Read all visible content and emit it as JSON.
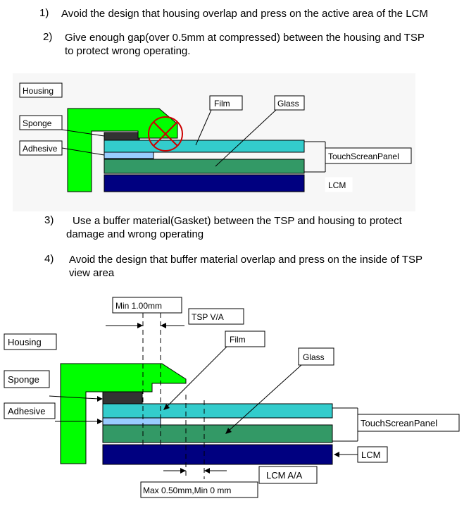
{
  "instructions": [
    {
      "num": "1)",
      "lines": [
        "Avoid the design that housing overlap and press on the active area of the LCM"
      ]
    },
    {
      "num": "2)",
      "lines": [
        "Give enough gap(over 0.5mm at compressed) between the housing and TSP",
        "to protect wrong operating."
      ]
    },
    {
      "num": "3)",
      "lines": [
        "Use a buffer material(Gasket) between the TSP and housing to protect",
        "damage and wrong operating"
      ]
    },
    {
      "num": "4)",
      "lines": [
        "Avoid the design that buffer material overlap and press on the inside of TSP",
        "view area"
      ]
    }
  ],
  "diagram1": {
    "labels": {
      "housing": "Housing",
      "sponge": "Sponge",
      "adhesive": "Adhesive",
      "film": "Film",
      "glass": "Glass",
      "tsp": "TouchScreanPanel",
      "lcm": "LCM"
    }
  },
  "diagram2": {
    "labels": {
      "housing": "Housing",
      "sponge": "Sponge",
      "adhesive": "Adhesive",
      "film": "Film",
      "glass": "Glass",
      "tsp": "TouchScreanPanel",
      "lcm": "LCM",
      "min_gap": "Min 1.00mm",
      "tsp_va": "TSP V/A",
      "lcm_aa": "LCM A/A",
      "max_gap": "Max 0.50mm,Min 0 mm"
    }
  },
  "colors": {
    "housing": "#00ff00",
    "film": "#33cccc",
    "glass": "#339966",
    "lcm": "#000080",
    "sponge": "#333333",
    "adhesive": "#99ccff",
    "no_mark": "#cc0000",
    "panel_bg": "#f7f7f7"
  }
}
